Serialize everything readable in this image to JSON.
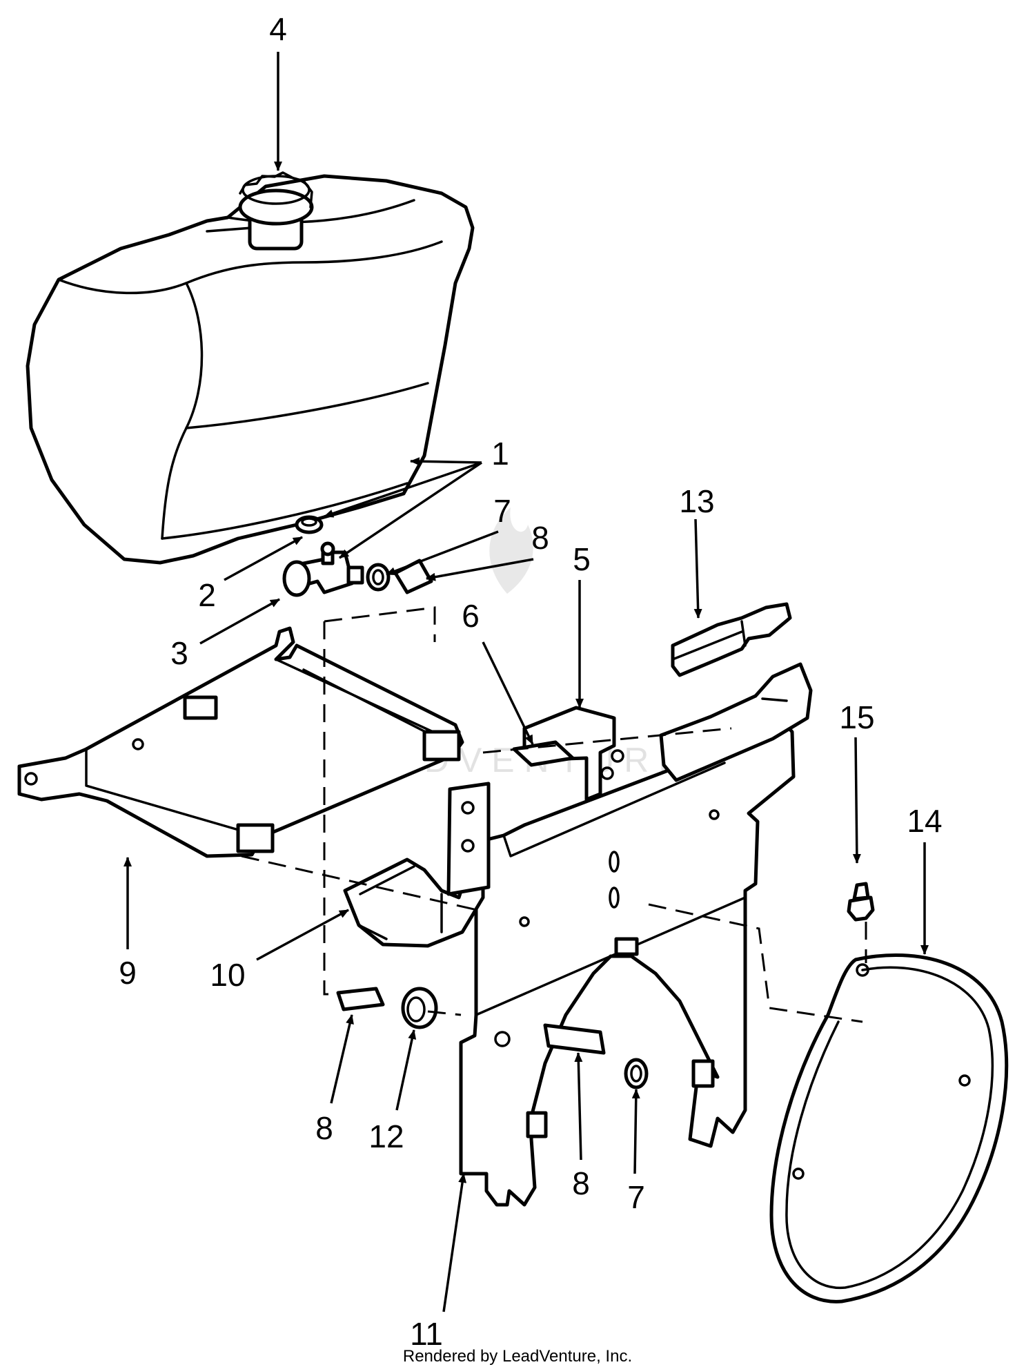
{
  "callouts": {
    "c1": "1",
    "c2": "2",
    "c3": "3",
    "c4": "4",
    "c5": "5",
    "c6": "6",
    "c7a": "7",
    "c7b": "7",
    "c8a": "8",
    "c8b": "8",
    "c8c": "8",
    "c9": "9",
    "c10": "10",
    "c11": "11",
    "c12": "12",
    "c13": "13",
    "c14": "14",
    "c15": "15"
  },
  "watermark": "LEADVENTURE",
  "credit": "Rendered by LeadVenture, Inc.",
  "icons": {
    "watermark_logo": "flame-logo-icon",
    "leader_arrows": "arrow-icon"
  },
  "colors": {
    "line": "#000000",
    "background": "#ffffff",
    "watermark": "#e2e2e2"
  }
}
